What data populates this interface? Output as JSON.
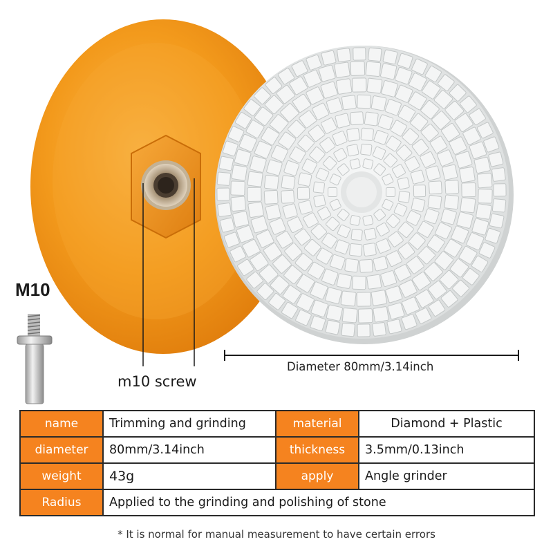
{
  "labels": {
    "thread_size": "M10",
    "screw_label": "m10 screw",
    "diameter_label": "Diameter 80mm/3.14inch"
  },
  "specs": {
    "rows": [
      [
        {
          "key": "name",
          "value": "Trimming and grinding"
        },
        {
          "key": "material",
          "value": "Diamond + Plastic"
        }
      ],
      [
        {
          "key": "diameter",
          "value": "80mm/3.14inch"
        },
        {
          "key": "thickness",
          "value": "3.5mm/0.13inch"
        }
      ],
      [
        {
          "key": "weight",
          "value": "43g"
        },
        {
          "key": "apply",
          "value": "Angle grinder"
        }
      ],
      [
        {
          "key": "Radius",
          "value": "Applied to the grinding and polishing of stone"
        }
      ]
    ]
  },
  "footnote": "* It is normal for manual measurement to have certain errors",
  "colors": {
    "accent_orange": "#f5831f",
    "backer_orange": "#f39a1c",
    "pad_white": "#eceeee",
    "border": "#2a2a2a"
  }
}
